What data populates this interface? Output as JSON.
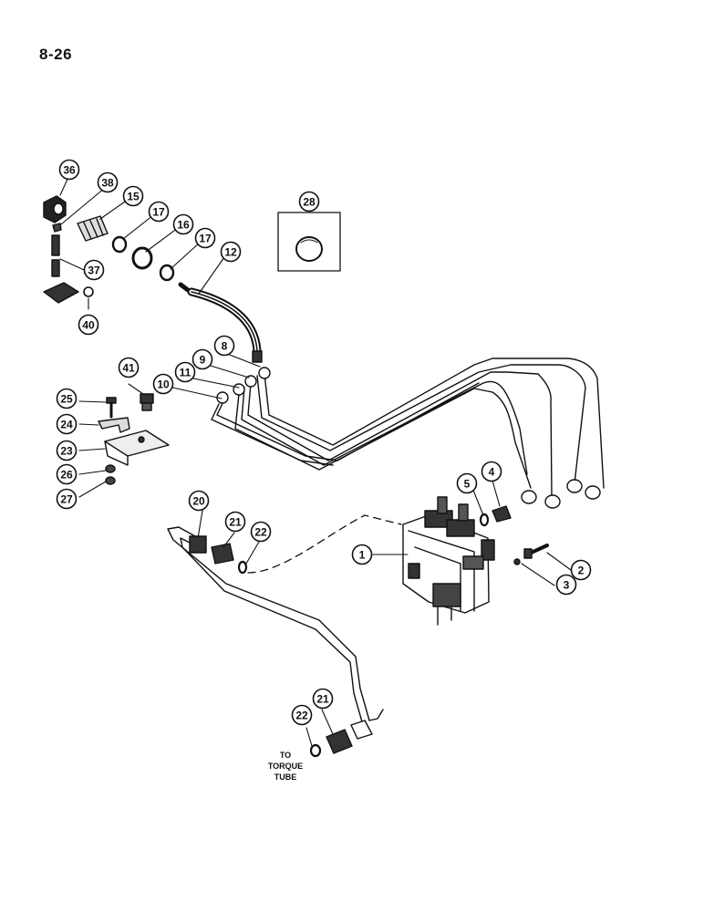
{
  "page": {
    "number": "8-26"
  },
  "note": {
    "line1": "TO",
    "line2": "TORQUE",
    "line3": "TUBE"
  },
  "callouts": [
    {
      "id": "c36",
      "label": "36"
    },
    {
      "id": "c38",
      "label": "38"
    },
    {
      "id": "c15",
      "label": "15"
    },
    {
      "id": "c17a",
      "label": "17"
    },
    {
      "id": "c16",
      "label": "16"
    },
    {
      "id": "c17b",
      "label": "17"
    },
    {
      "id": "c12",
      "label": "12"
    },
    {
      "id": "c28",
      "label": "28"
    },
    {
      "id": "c37",
      "label": "37"
    },
    {
      "id": "c40",
      "label": "40"
    },
    {
      "id": "c8",
      "label": "8"
    },
    {
      "id": "c9",
      "label": "9"
    },
    {
      "id": "c11",
      "label": "11"
    },
    {
      "id": "c10",
      "label": "10"
    },
    {
      "id": "c41",
      "label": "41"
    },
    {
      "id": "c25",
      "label": "25"
    },
    {
      "id": "c24",
      "label": "24"
    },
    {
      "id": "c23",
      "label": "23"
    },
    {
      "id": "c26",
      "label": "26"
    },
    {
      "id": "c27",
      "label": "27"
    },
    {
      "id": "c5",
      "label": "5"
    },
    {
      "id": "c4",
      "label": "4"
    },
    {
      "id": "c20",
      "label": "20"
    },
    {
      "id": "c21a",
      "label": "21"
    },
    {
      "id": "c22a",
      "label": "22"
    },
    {
      "id": "c1",
      "label": "1"
    },
    {
      "id": "c2",
      "label": "2"
    },
    {
      "id": "c3",
      "label": "3"
    },
    {
      "id": "c22b",
      "label": "22"
    },
    {
      "id": "c21b",
      "label": "21"
    }
  ]
}
